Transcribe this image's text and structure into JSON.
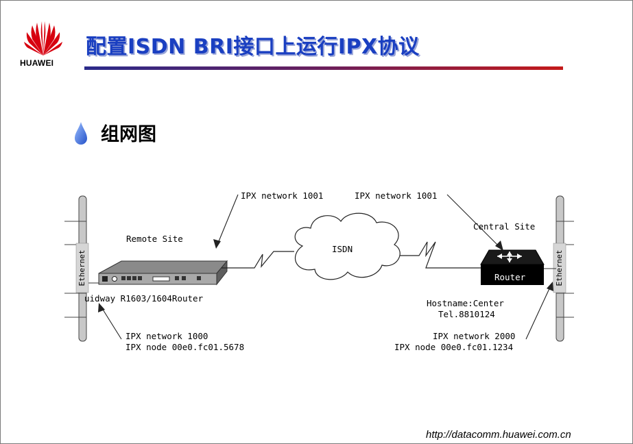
{
  "header": {
    "logo_text": "HUAWEI",
    "title": "配置ISDN BRI接口上运行IPX协议"
  },
  "section": {
    "heading": "组网图"
  },
  "diagram": {
    "left_ethernet_label": "Ethernet",
    "right_ethernet_label": "Ethernet",
    "remote_site_label": "Remote Site",
    "remote_router_label": "uidway R1603/1604Router",
    "remote_ipx_net_top": "IPX network 1001",
    "remote_ipx_net": "IPX network 1000",
    "remote_ipx_node": "IPX node 00e0.fc01.5678",
    "cloud_label": "ISDN",
    "central_ipx_net_top": "IPX network 1001",
    "central_site_label": "Central Site",
    "central_router_label": "Router",
    "central_hostname": "Hostname:Center",
    "central_tel": "Tel.8810124",
    "central_ipx_net": "IPX network 2000",
    "central_ipx_node": "IPX node 00e0.fc01.1234"
  },
  "footer": {
    "url": "http://datacomm.huawei.com.cn"
  },
  "colors": {
    "title": "#1a3fc1",
    "logo_red": "#d7000f",
    "bullet_blue": "#3c6fe0"
  }
}
